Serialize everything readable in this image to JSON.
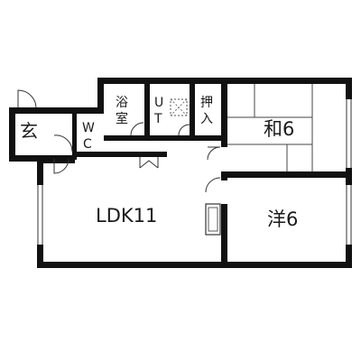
{
  "rooms": {
    "genkan": "玄",
    "wc": {
      "line1": "W",
      "line2": "C"
    },
    "bath": {
      "line1": "浴",
      "line2": "室"
    },
    "ut": {
      "line1": "U",
      "line2": "T"
    },
    "closet": {
      "line1": "押",
      "line2": "入"
    },
    "washitsu": "和6",
    "yoshitsu": "洋6",
    "ldk": "LDK11"
  },
  "colors": {
    "wall": "#111111",
    "line": "#333333",
    "tatami": "#444444",
    "background": "#ffffff"
  }
}
